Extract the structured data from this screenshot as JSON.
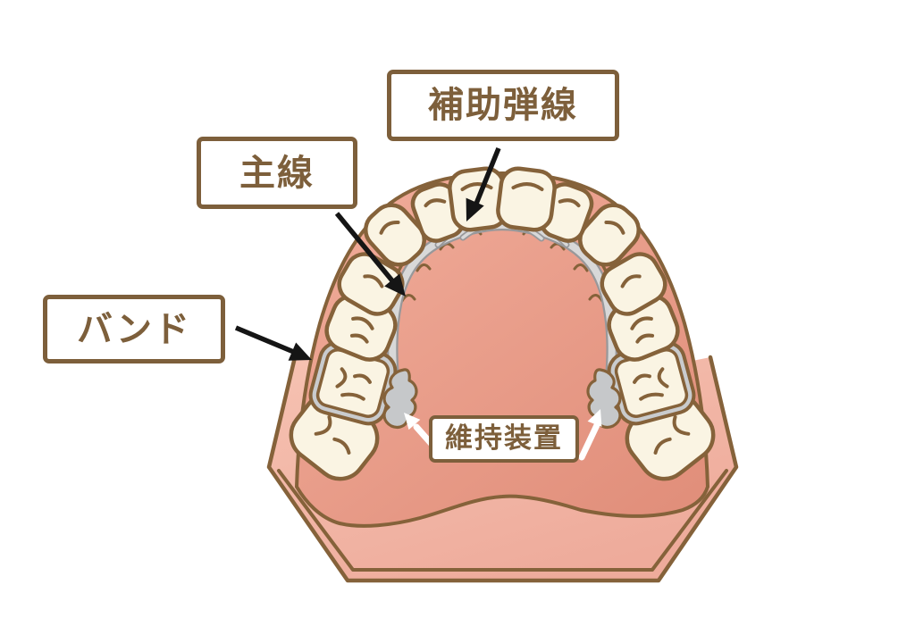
{
  "diagram": {
    "subject": "upper-jaw orthodontic lingual arch appliance",
    "labels": {
      "auxiliary_spring": {
        "text": "補助弾線"
      },
      "main_wire": {
        "text": "主線"
      },
      "band": {
        "text": "バンド"
      },
      "retention_device": {
        "text": "維持装置"
      }
    },
    "colors": {
      "background": "#ffffff",
      "label_brown": "#7d5f3b",
      "outline_brown": "#85623a",
      "gum_pink": "#e89c89",
      "gum_gradient": [
        "#f1ad9b",
        "#e18f7b"
      ],
      "base_pink": "#f2b6a6",
      "tooth_cream": "#faf4e3",
      "wire_gray": "#d8d8d8",
      "wire_edge_gray": "#98989a",
      "band_gray": "#c9cbcd",
      "clasp_gray": "#c6c8ca",
      "arrow_black": "#151515",
      "arrow_white": "#ffffff"
    }
  }
}
